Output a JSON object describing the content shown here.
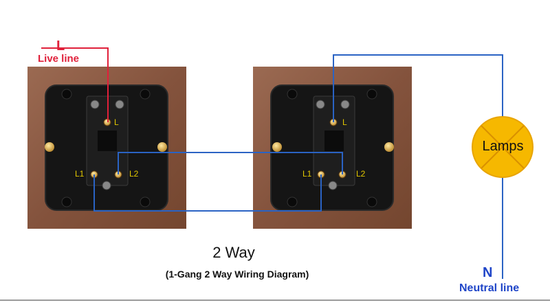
{
  "live": {
    "letter": "L",
    "label": "Live line",
    "color": "#e0203a"
  },
  "neutral": {
    "letter": "N",
    "label": "Neutral line",
    "color": "#1f45c8"
  },
  "lamp": {
    "label": "Lamps",
    "fill": "#f6b800"
  },
  "switch_terminals": {
    "common": "L",
    "traveller_1": "L1",
    "traveller_2": "L2"
  },
  "diagram": {
    "title": "2 Way",
    "subtitle": "(1-Gang 2 Way Wiring Diagram)"
  },
  "colors": {
    "wood": "#8a5a44",
    "switch_body": "#141414",
    "wire_blue": "#2a63c4",
    "terminal_label": "#e2c700"
  }
}
